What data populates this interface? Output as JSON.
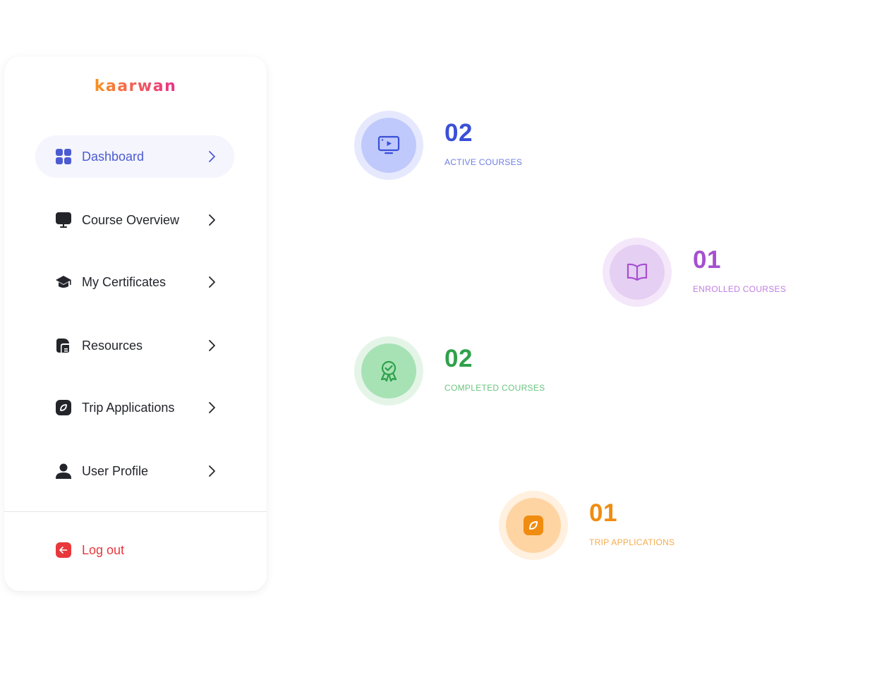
{
  "app": {
    "logo_text": "kaarwan"
  },
  "sidebar": {
    "items": [
      {
        "label": "Dashboard",
        "icon": "grid-icon",
        "active": true
      },
      {
        "label": "Course Overview",
        "icon": "monitor-icon"
      },
      {
        "label": "My Certificates",
        "icon": "graduation-cap-icon"
      },
      {
        "label": "Resources",
        "icon": "folder-icon"
      },
      {
        "label": "Trip Applications",
        "icon": "compass-icon"
      },
      {
        "label": "User Profile",
        "icon": "user-icon"
      }
    ],
    "logout": {
      "label": "Log out",
      "icon": "logout-icon"
    }
  },
  "stats": [
    {
      "value": "02",
      "label": "ACTIVE COURSES",
      "icon": "video-screen-icon",
      "color": "#3a4fd8",
      "label_color": "#6c7de6",
      "ring": "#e6e9fd",
      "fill": "#bfc9fb"
    },
    {
      "value": "01",
      "label": "ENROLLED COURSES",
      "icon": "open-book-icon",
      "color": "#a64fd0",
      "label_color": "#c07ee0",
      "ring": "#f4e7fa",
      "fill": "#e5cff3"
    },
    {
      "value": "02",
      "label": "COMPLETED COURSES",
      "icon": "award-ribbon-icon",
      "color": "#2fa14b",
      "label_color": "#6cc47f",
      "ring": "#e4f5e8",
      "fill": "#a7e2b5"
    },
    {
      "value": "01",
      "label": "TRIP APPLICATIONS",
      "icon": "compass-icon",
      "color": "#f08c10",
      "label_color": "#f4ab4e",
      "ring": "#fff0df",
      "fill": "#ffd4a3"
    }
  ],
  "colors": {
    "accent": "#4d5bd2",
    "logout": "#e8383b",
    "text": "#23252b"
  }
}
